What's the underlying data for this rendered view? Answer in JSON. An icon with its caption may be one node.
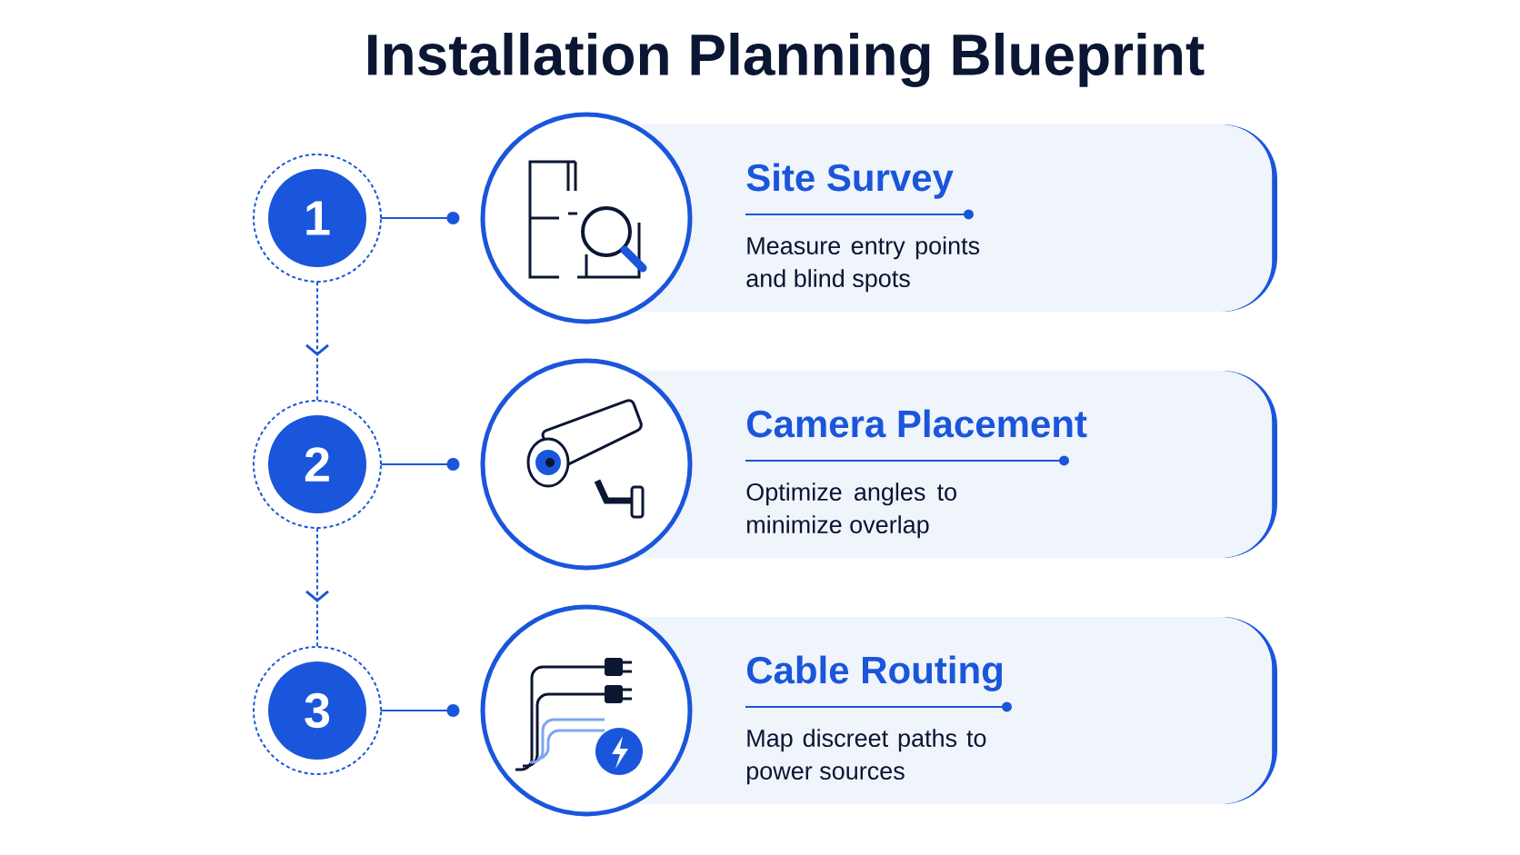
{
  "diagram": {
    "title": "Installation Planning Blueprint",
    "nodes": [
      {
        "text": [
          "1"
        ]
      },
      {
        "text": [],
        "shape": "circle"
      },
      {
        "text": [
          "Site Survey",
          "Measure entry points and blind spots"
        ]
      },
      {
        "text": [
          "2"
        ]
      },
      {
        "text": [],
        "shape": "circle"
      },
      {
        "text": [
          "Camera Placement",
          "Optimize angles to minimize overlap"
        ]
      },
      {
        "text": [
          "3"
        ]
      },
      {
        "text": [],
        "shape": "circle"
      },
      {
        "text": [
          "Cable Routing",
          "Map discreet paths to power sources"
        ]
      }
    ],
    "edges": [
      {
        "from": 0,
        "to": 1,
        "arrow": "other"
      },
      {
        "from": 3,
        "to": 4,
        "arrow": "other"
      },
      {
        "from": 6,
        "to": 7,
        "arrow": "other"
      },
      {
        "from": 0,
        "to": 3,
        "arrow": "to",
        "style": "dashed"
      },
      {
        "from": 3,
        "to": 6,
        "arrow": "to",
        "style": "dashed"
      }
    ]
  }
}
